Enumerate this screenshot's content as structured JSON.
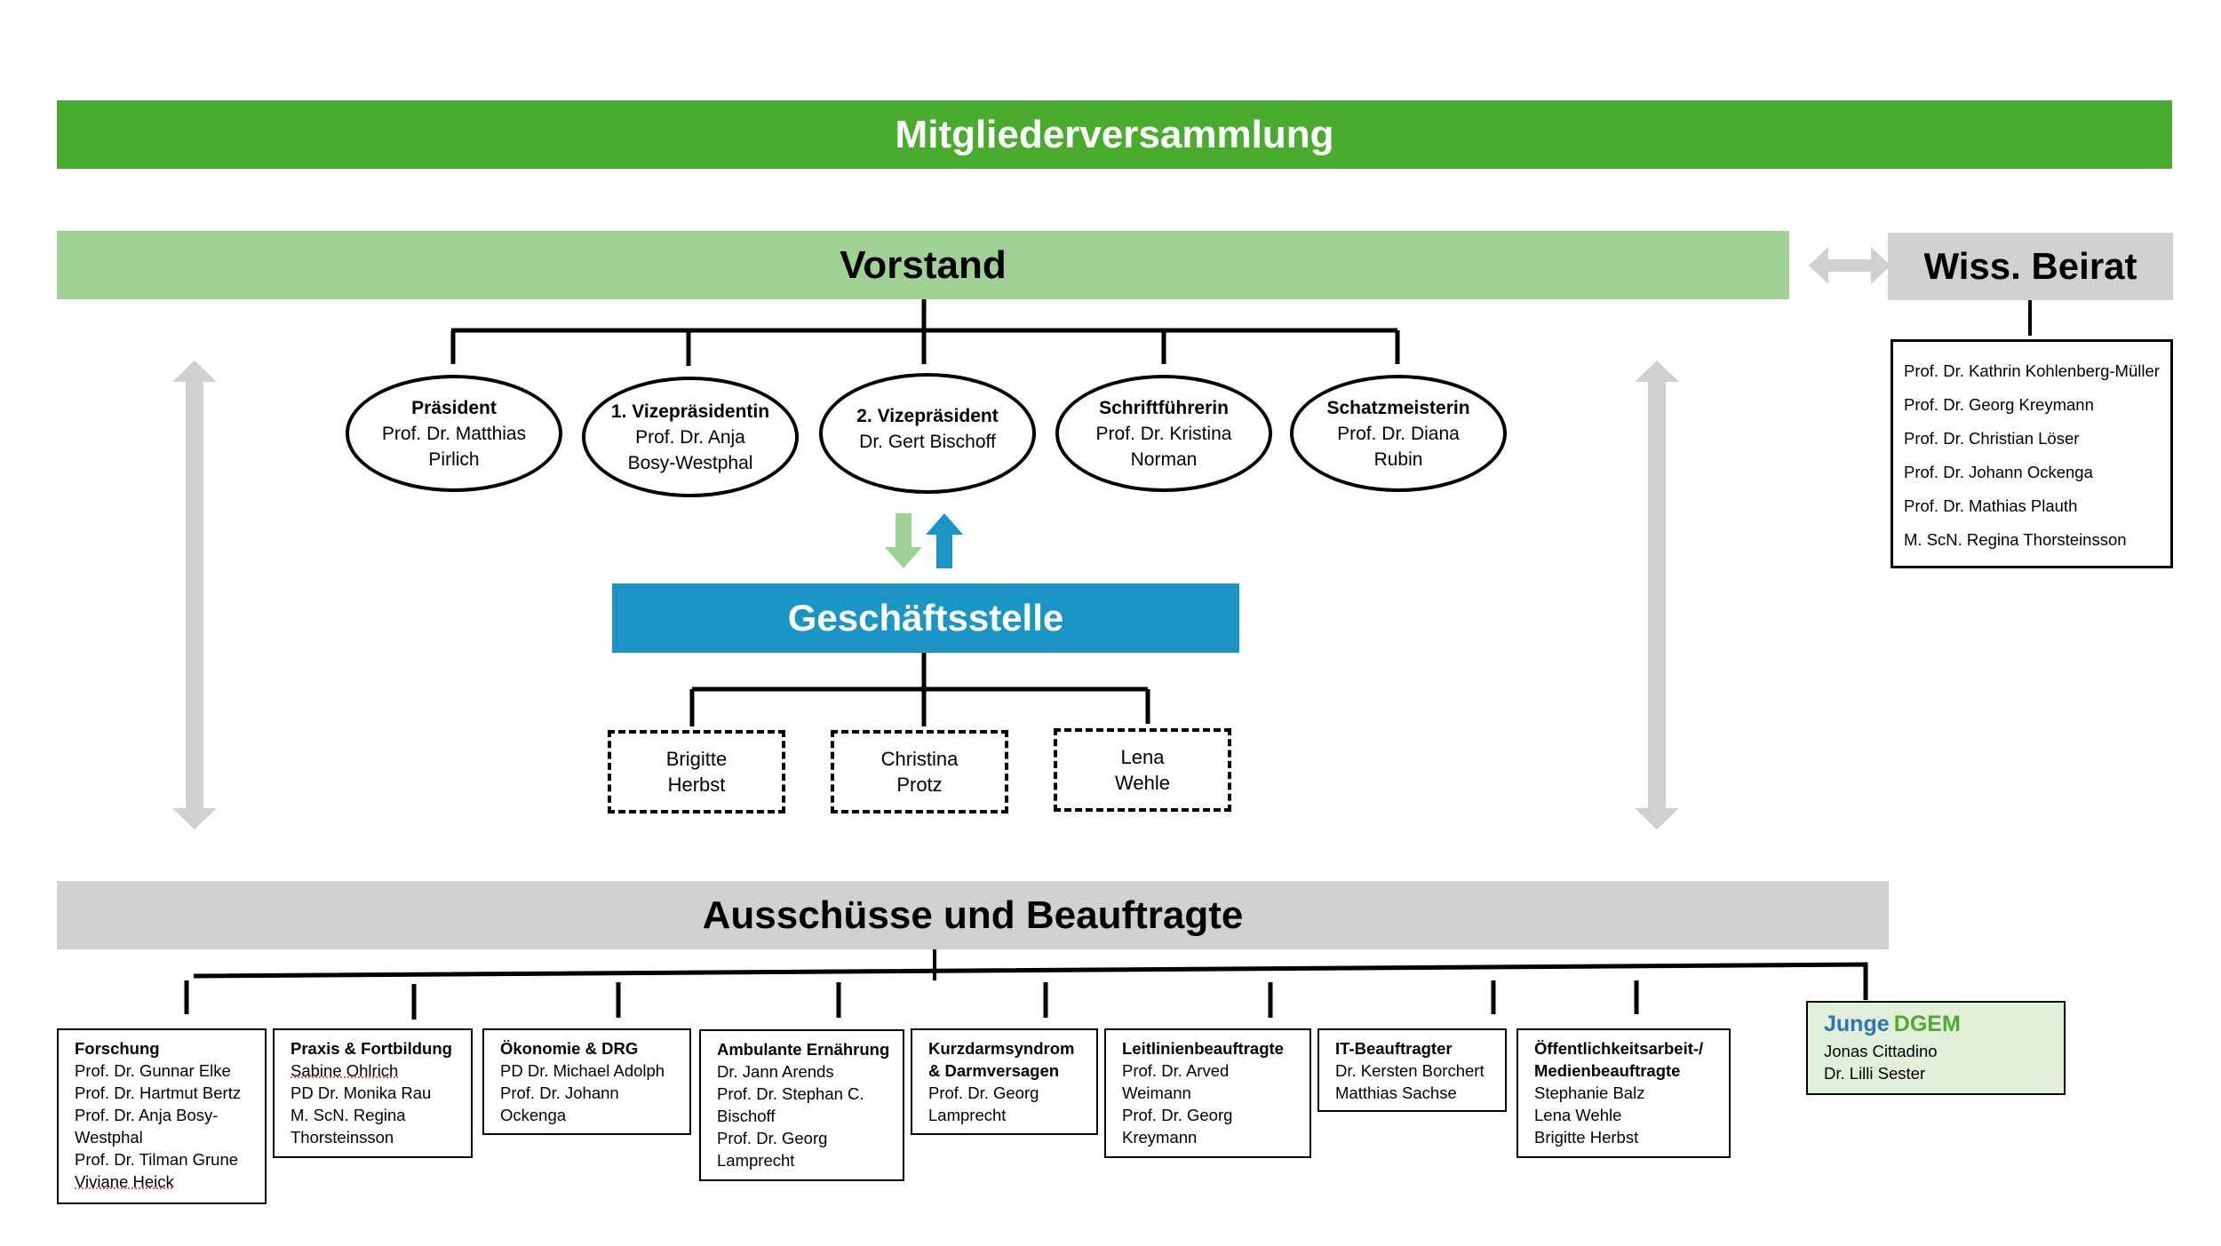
{
  "mitgliederversammlung": "Mitgliederversammlung",
  "vorstand": {
    "title": "Vorstand",
    "members": [
      {
        "role": "Präsident",
        "line1": "Prof. Dr. Matthias",
        "line2": "Pirlich"
      },
      {
        "role": "1. Vizepräsidentin",
        "line1": "Prof. Dr. Anja",
        "line2": "Bosy-Westphal"
      },
      {
        "role": "2. Vizepräsident",
        "line1": "Dr. Gert Bischoff",
        "line2": ""
      },
      {
        "role": "Schriftführerin",
        "line1": "Prof. Dr. Kristina",
        "line2": "Norman"
      },
      {
        "role": "Schatzmeisterin",
        "line1": "Prof. Dr. Diana",
        "line2": "Rubin"
      }
    ]
  },
  "beirat": {
    "title": "Wiss. Beirat",
    "members": [
      "Prof. Dr. Kathrin Kohlenberg-Müller",
      "Prof. Dr. Georg Kreymann",
      "Prof. Dr. Christian Löser",
      "Prof. Dr. Johann Ockenga",
      "Prof. Dr. Mathias Plauth",
      "M. ScN. Regina Thorsteinsson"
    ]
  },
  "geschaeftsstelle": {
    "title": "Geschäftsstelle",
    "staff": [
      {
        "line1": "Brigitte",
        "line2": "Herbst"
      },
      {
        "line1": "Christina",
        "line2": "Protz"
      },
      {
        "line1": "Lena",
        "line2": "Wehle"
      }
    ]
  },
  "ausschuesse": {
    "title": "Ausschüsse und Beauftragte",
    "committees": [
      {
        "title": [
          "Forschung"
        ],
        "members": [
          "Prof. Dr. Gunnar Elke",
          "Prof. Dr. Hartmut Bertz",
          "Prof. Dr. Anja Bosy-",
          "Westphal",
          "Prof. Dr. Tilman Grune",
          "Viviane Heick"
        ]
      },
      {
        "title": [
          "Praxis & Fortbildung"
        ],
        "members": [
          "Sabine Ohlrich",
          "PD Dr. Monika Rau",
          "M. ScN. Regina",
          "Thorsteinsson"
        ]
      },
      {
        "title": [
          "Ökonomie & DRG"
        ],
        "members": [
          "PD Dr. Michael Adolph",
          "Prof. Dr. Johann",
          "Ockenga"
        ]
      },
      {
        "title": [
          "Ambulante Ernährung"
        ],
        "members": [
          "Dr. Jann Arends",
          "Prof. Dr. Stephan C.",
          "Bischoff",
          "Prof. Dr. Georg",
          "Lamprecht"
        ]
      },
      {
        "title": [
          "Kurzdarmsyndrom",
          "& Darmversagen"
        ],
        "members": [
          "Prof. Dr. Georg",
          "Lamprecht"
        ]
      },
      {
        "title": [
          "Leitlinienbeauftragte"
        ],
        "members": [
          "Prof. Dr. Arved",
          "Weimann",
          "Prof. Dr. Georg",
          "Kreymann"
        ]
      },
      {
        "title": [
          "IT-Beauftragter"
        ],
        "members": [
          "Dr. Kersten Borchert",
          "Matthias Sachse"
        ]
      },
      {
        "title": [
          "Öffentlichkeitsarbeit-/",
          "Medienbeauftragte"
        ],
        "members": [
          "Stephanie Balz",
          "Lena Wehle",
          "Brigitte Herbst"
        ]
      }
    ],
    "junge_dgem": {
      "title_part1": "Junge",
      "title_part2": "DGEM",
      "members": [
        "Jonas Cittadino",
        "Dr. Lilli Sester"
      ]
    }
  },
  "colors": {
    "mitgliederversammlung": "#4aac2f",
    "vorstand": "#9ed193",
    "geschaeftsstelle": "#1b95c5",
    "grey_bars": "#d0d0d0",
    "arrow_down": "#9ed193",
    "arrow_up": "#1b95c5",
    "junge_dgem_bg": "#e2efd9"
  }
}
